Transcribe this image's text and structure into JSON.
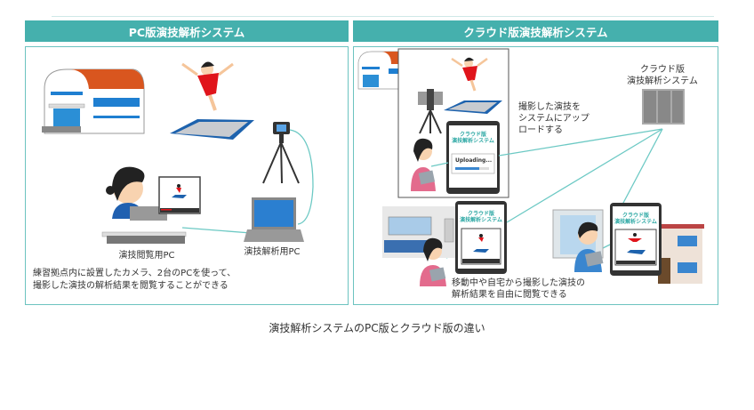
{
  "pc_panel": {
    "title": "PC版演技解析システム",
    "viewer_pc_label": "演技閲覧用PC",
    "analysis_pc_label": "演技解析用PC",
    "description_line1": "練習拠点内に設置したカメラ、2台のPCを使って、",
    "description_line2": "撮影した演技の解析結果を閲覧することができる"
  },
  "cloud_panel": {
    "title": "クラウド版演技解析システム",
    "server_label_line1": "クラウド版",
    "server_label_line2": "演技解析システム",
    "upload_text_line1": "撮影した演技を",
    "upload_text_line2": "システムにアップ",
    "upload_text_line3": "ロードする",
    "tablet_title_line1": "クラウド版",
    "tablet_title_line2": "演技解析システム",
    "uploading_text": "Uploading...",
    "description_line1": "移動中や自宅から撮影した演技の",
    "description_line2": "解析結果を自由に閲覧できる"
  },
  "caption": "演技解析システムのPC版とクラウド版の違い",
  "colors": {
    "header": "#45b0ad",
    "connector": "#6cc9c4",
    "border": "#6cc3c0"
  }
}
